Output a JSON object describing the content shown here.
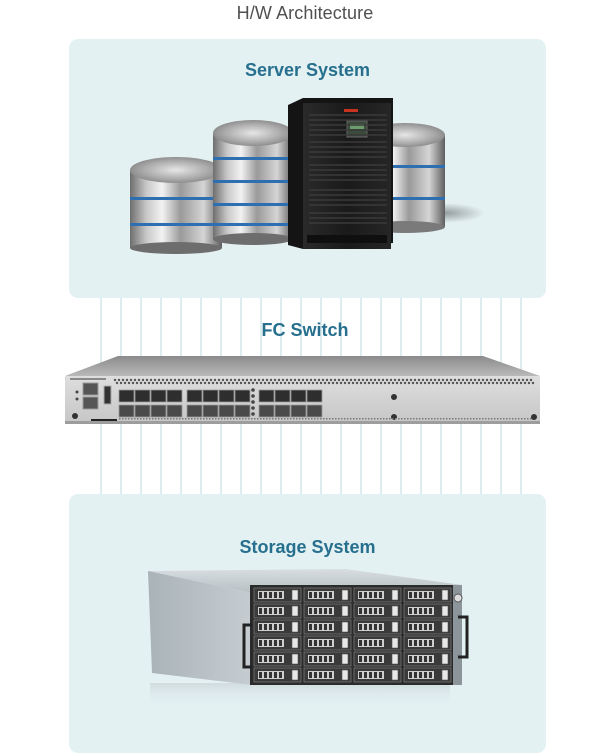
{
  "page": {
    "title": "H/W Architecture"
  },
  "components": [
    {
      "id": "server",
      "label": "Server System",
      "image": "server-tower-with-disk-stacks"
    },
    {
      "id": "switch",
      "label": "FC Switch",
      "image": "fibre-channel-switch-1u"
    },
    {
      "id": "storage",
      "label": "Storage System",
      "image": "storage-enclosure-24-bay"
    }
  ],
  "colors": {
    "card_background": "#e4f1f3",
    "label_text": "#26708e",
    "title_text": "#505050",
    "connector_line": "#dcecef",
    "disk_accent": "#2d6fb0",
    "server_badge": "#c8321e"
  },
  "switch_ports": {
    "groups": 3,
    "columns_per_group": 4,
    "rows": 2
  },
  "storage_bays": {
    "columns": 4,
    "rows": 6
  }
}
